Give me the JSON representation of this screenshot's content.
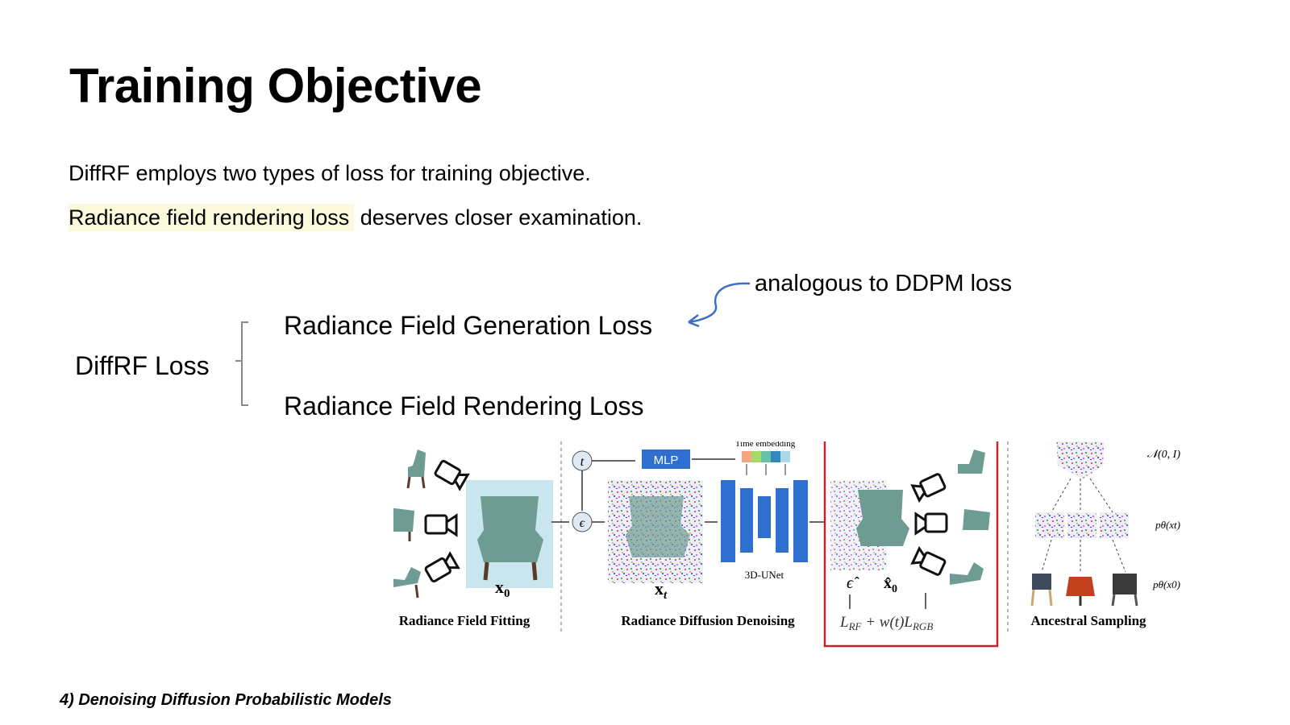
{
  "slide": {
    "title": "Training Objective",
    "intro": "DiffRF employs two types of loss for training objective.",
    "highlight_text": "Radiance field rendering loss",
    "rest_text": " deserves closer examination.",
    "footer": "4) Denoising Diffusion Probabilistic Models"
  },
  "loss_tree": {
    "root": "DiffRF Loss",
    "children": [
      "Radiance Field Generation Loss",
      "Radiance Field Rendering Loss"
    ],
    "annotation": "analogous to DDPM loss"
  },
  "figure": {
    "stage_labels": [
      "Radiance Field Fitting",
      "Radiance Diffusion Denoising",
      "Ancestral Sampling"
    ],
    "mlp": "MLP",
    "time_embedding": "Time embedding",
    "unet": "3D-UNet",
    "symbols": {
      "t": "t",
      "eps": "ϵ",
      "x0": "x",
      "x0_sub": "0",
      "xt": "x",
      "xt_sub": "t",
      "eps_hat": "ϵ̂",
      "x0_hat": "x̂",
      "x0_hat_sub": "0",
      "normal": "𝒩(0, I)",
      "p_xt": "pθ(xt)",
      "p_x0": "pθ(x0)"
    },
    "loss_formula_parts": {
      "L1": "L",
      "L1_sub": "RF",
      "mid": " + w(t)",
      "L2": "L",
      "L2_sub": "RGB"
    },
    "colors": {
      "highlight": "#fbf9dc",
      "annotation_arrow": "#3a6fc4",
      "mlp_box": "#2f6fd0",
      "unet": "#2f6fd0",
      "red_box": "#c8232c",
      "chair": "#6f9c92",
      "fitting_volume": "#bfe0ea",
      "embedding": [
        "#f4a582",
        "#a6d96a",
        "#66c2a5",
        "#3288bd",
        "#abd9e9"
      ]
    }
  }
}
